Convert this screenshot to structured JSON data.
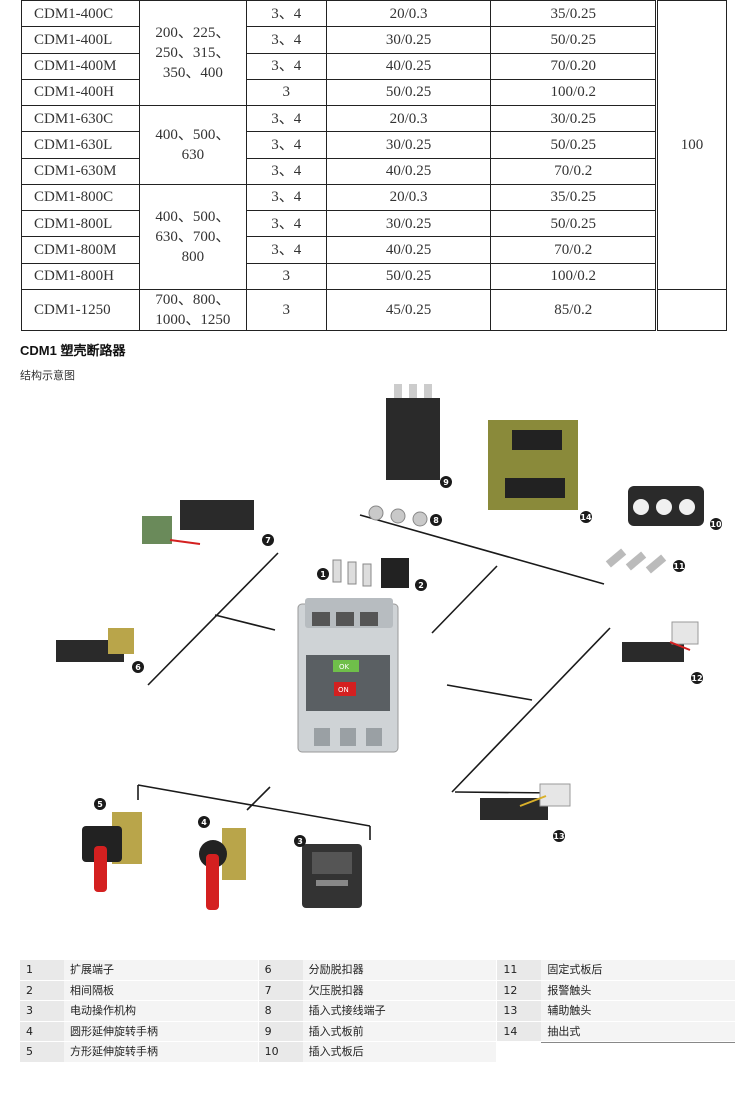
{
  "spec_table": {
    "rows": [
      {
        "model": "CDM1-400C",
        "poles": "3、4",
        "ics1": "20/0.3",
        "ics2": "35/0.25"
      },
      {
        "model": "CDM1-400L",
        "poles": "3、4",
        "ics1": "30/0.25",
        "ics2": "50/0.25"
      },
      {
        "model": "CDM1-400M",
        "poles": "3、4",
        "ics1": "40/0.25",
        "ics2": "70/0.20"
      },
      {
        "model": "CDM1-400H",
        "poles": "3",
        "ics1": "50/0.25",
        "ics2": "100/0.2"
      },
      {
        "model": "CDM1-630C",
        "poles": "3、4",
        "ics1": "20/0.3",
        "ics2": "30/0.25"
      },
      {
        "model": "CDM1-630L",
        "poles": "3、4",
        "ics1": "30/0.25",
        "ics2": "50/0.25"
      },
      {
        "model": "CDM1-630M",
        "poles": "3、4",
        "ics1": "40/0.25",
        "ics2": "70/0.2"
      },
      {
        "model": "CDM1-800C",
        "poles": "3、4",
        "ics1": "20/0.3",
        "ics2": "35/0.25"
      },
      {
        "model": "CDM1-800L",
        "poles": "3、4",
        "ics1": "30/0.25",
        "ics2": "50/0.25"
      },
      {
        "model": "CDM1-800M",
        "poles": "3、4",
        "ics1": "40/0.25",
        "ics2": "70/0.2"
      },
      {
        "model": "CDM1-800H",
        "poles": "3",
        "ics1": "50/0.25",
        "ics2": "100/0.2"
      },
      {
        "model": "CDM1-1250",
        "poles": "3",
        "ics1": "45/0.25",
        "ics2": "85/0.2"
      }
    ],
    "current_groups": [
      {
        "line1": "200、225、",
        "line2": "250、315、",
        "line3": "350、400"
      },
      {
        "line1": "400、500、",
        "line2": "630"
      },
      {
        "line1": "400、500、",
        "line2": "630、700、",
        "line3": "800"
      },
      {
        "line1": "700、800、",
        "line2": "1000、1250"
      }
    ],
    "right_value": "100"
  },
  "title": "CDM1 塑壳断路器",
  "subtitle": "结构示意图",
  "markers": [
    "1",
    "2",
    "3",
    "4",
    "5",
    "6",
    "7",
    "8",
    "9",
    "10",
    "11",
    "12",
    "13",
    "14"
  ],
  "panel_labels": {
    "ok": "OK",
    "on": "ON"
  },
  "legend": [
    [
      {
        "num": "1",
        "text": "扩展端子"
      },
      {
        "num": "6",
        "text": "分励脱扣器"
      },
      {
        "num": "11",
        "text": "固定式板后"
      }
    ],
    [
      {
        "num": "2",
        "text": "相间隔板"
      },
      {
        "num": "7",
        "text": "欠压脱扣器"
      },
      {
        "num": "12",
        "text": "报警触头"
      }
    ],
    [
      {
        "num": "3",
        "text": "电动操作机构"
      },
      {
        "num": "8",
        "text": "插入式接线端子"
      },
      {
        "num": "13",
        "text": "辅助触头"
      }
    ],
    [
      {
        "num": "4",
        "text": "圆形延伸旋转手柄"
      },
      {
        "num": "9",
        "text": "插入式板前"
      },
      {
        "num": "14",
        "text": "抽出式"
      }
    ],
    [
      {
        "num": "5",
        "text": "方形延伸旋转手柄"
      },
      {
        "num": "10",
        "text": "插入式板后"
      }
    ]
  ],
  "colors": {
    "accent_red": "#d42020",
    "line": "#1a1a1a",
    "legend_num_bg": "#e9e9e9",
    "legend_text_bg": "#f4f4f4"
  }
}
